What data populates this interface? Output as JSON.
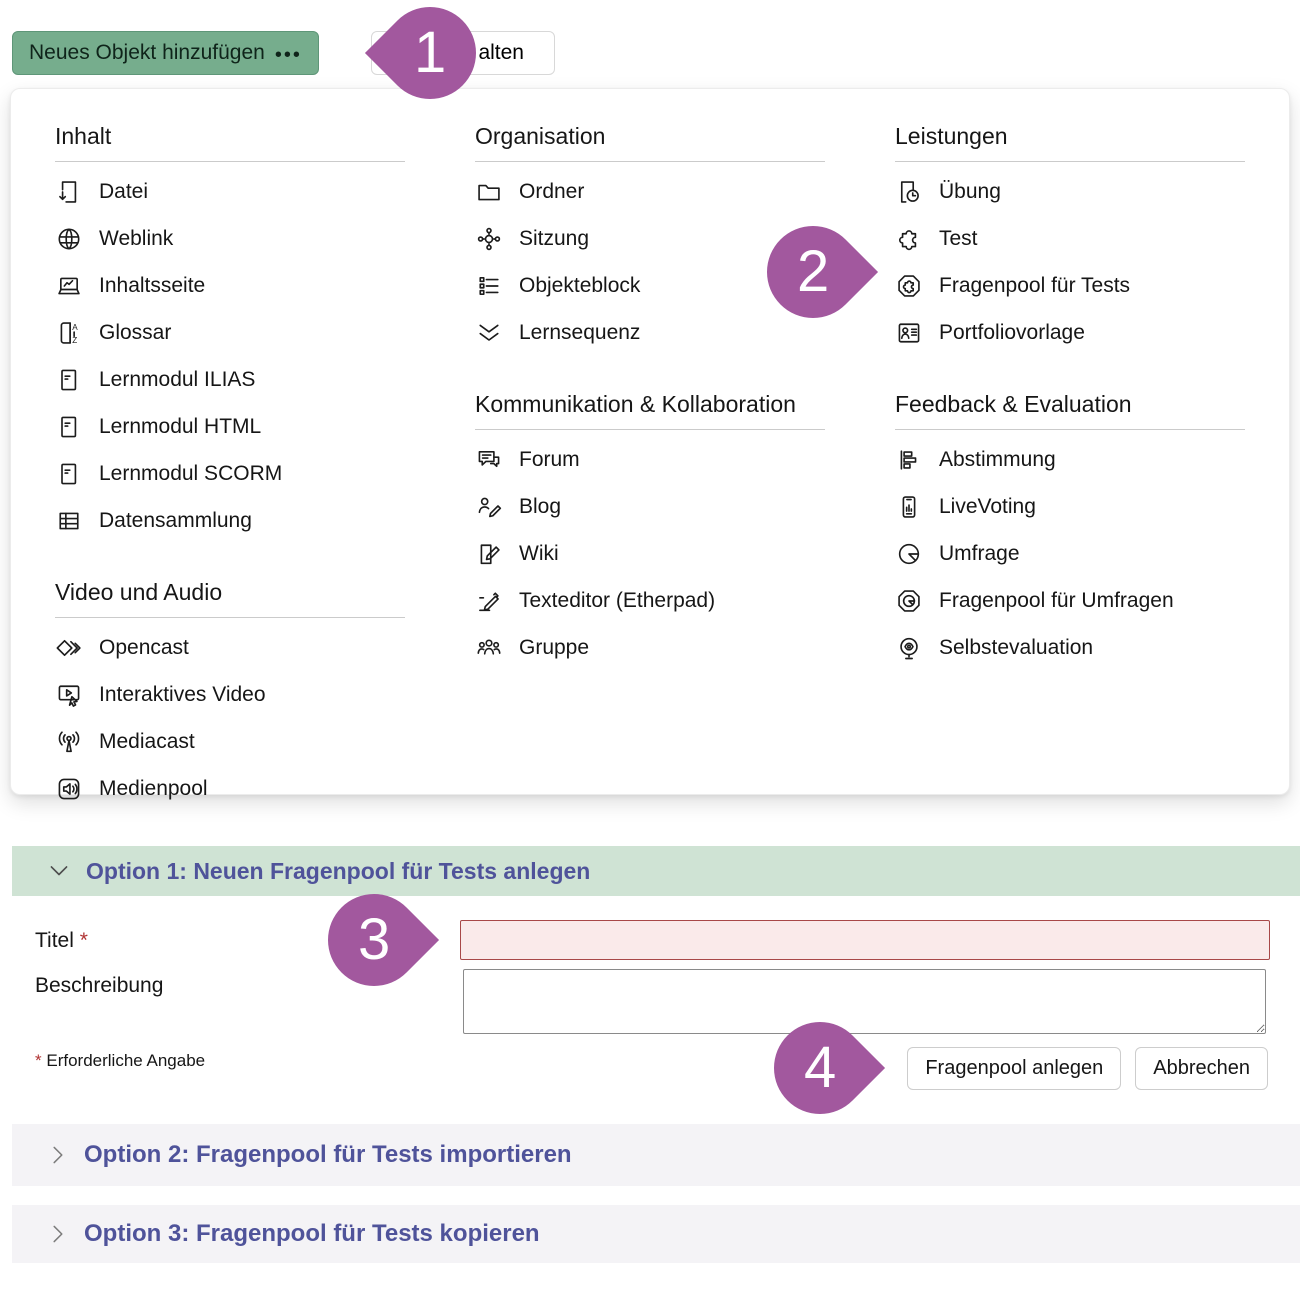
{
  "toolbar": {
    "add_object_button": {
      "label": "Neues Objekt hinzufügen",
      "dots": "•••"
    },
    "partial_button": {
      "visible_label": "alten"
    }
  },
  "menu": {
    "columns": [
      {
        "sections": [
          {
            "title": "Inhalt",
            "items": [
              {
                "label": "Datei",
                "icon": "file-download-icon"
              },
              {
                "label": "Weblink",
                "icon": "globe-icon"
              },
              {
                "label": "Inhaltsseite",
                "icon": "contentpage-icon"
              },
              {
                "label": "Glossar",
                "icon": "glossary-icon"
              },
              {
                "label": "Lernmodul ILIAS",
                "icon": "learning-module-icon"
              },
              {
                "label": "Lernmodul HTML",
                "icon": "learning-module-icon"
              },
              {
                "label": "Lernmodul SCORM",
                "icon": "learning-module-icon"
              },
              {
                "label": "Datensammlung",
                "icon": "table-icon"
              }
            ]
          },
          {
            "title": "Video und Audio",
            "items": [
              {
                "label": "Opencast",
                "icon": "opencast-icon"
              },
              {
                "label": "Interaktives Video",
                "icon": "interactive-video-icon"
              },
              {
                "label": "Mediacast",
                "icon": "broadcast-icon"
              },
              {
                "label": "Medienpool",
                "icon": "speaker-icon"
              }
            ]
          }
        ]
      },
      {
        "sections": [
          {
            "title": "Organisation",
            "items": [
              {
                "label": "Ordner",
                "icon": "folder-icon"
              },
              {
                "label": "Sitzung",
                "icon": "session-icon"
              },
              {
                "label": "Objekteblock",
                "icon": "list-block-icon"
              },
              {
                "label": "Lernsequenz",
                "icon": "double-chevron-down-icon"
              }
            ]
          },
          {
            "title": "Kommunikation & Kollabo­ration",
            "items": [
              {
                "label": "Forum",
                "icon": "speech-bubbles-icon"
              },
              {
                "label": "Blog",
                "icon": "blog-icon"
              },
              {
                "label": "Wiki",
                "icon": "wiki-icon"
              },
              {
                "label": "Texteditor (Etherpad)",
                "icon": "pencil-icon"
              },
              {
                "label": "Gruppe",
                "icon": "people-icon"
              }
            ]
          }
        ]
      },
      {
        "sections": [
          {
            "title": "Leistungen",
            "items": [
              {
                "label": "Übung",
                "icon": "exercise-clock-icon"
              },
              {
                "label": "Test",
                "icon": "puzzle-icon"
              },
              {
                "label": "Fragenpool für Tests",
                "icon": "questionpool-test-icon"
              },
              {
                "label": "Portfoliovorlage",
                "icon": "portfolio-template-icon"
              }
            ]
          },
          {
            "title": "Feedback & Evaluation",
            "items": [
              {
                "label": "Abstimmung",
                "icon": "bar-chart-icon"
              },
              {
                "label": "LiveVoting",
                "icon": "livevoting-icon"
              },
              {
                "label": "Umfrage",
                "icon": "pie-chart-icon"
              },
              {
                "label": "Fragenpool für Umfragen",
                "icon": "questionpool-survey-icon"
              },
              {
                "label": "Selbstevaluation",
                "icon": "self-evaluation-icon"
              }
            ]
          }
        ]
      }
    ]
  },
  "form": {
    "option1_title": "Option 1: Neuen Fragenpool für Tests anlegen",
    "title_label": "Titel",
    "required_mark": "*",
    "title_value": "",
    "description_label": "Beschreibung",
    "description_value": "",
    "required_note": "Erforderliche Angabe",
    "submit_label": "Fragenpool anlegen",
    "cancel_label": "Abbrechen",
    "option2_title": "Option 2: Fragenpool für Tests importieren",
    "option3_title": "Option 3: Fragenpool für Tests kopieren"
  },
  "annotations": {
    "marker_color": "#a2589e",
    "markers": [
      {
        "number": "1",
        "points": "left"
      },
      {
        "number": "2",
        "points": "right"
      },
      {
        "number": "3",
        "points": "right"
      },
      {
        "number": "4",
        "points": "right"
      }
    ]
  },
  "colors": {
    "accent_green": "#76ad8d",
    "option_header_bg": "#cfe3d4",
    "option_collapsed_bg": "#f4f3f6",
    "heading_indigo": "#4f539a",
    "error_bg": "#faeaea",
    "error_border": "#a84848"
  }
}
